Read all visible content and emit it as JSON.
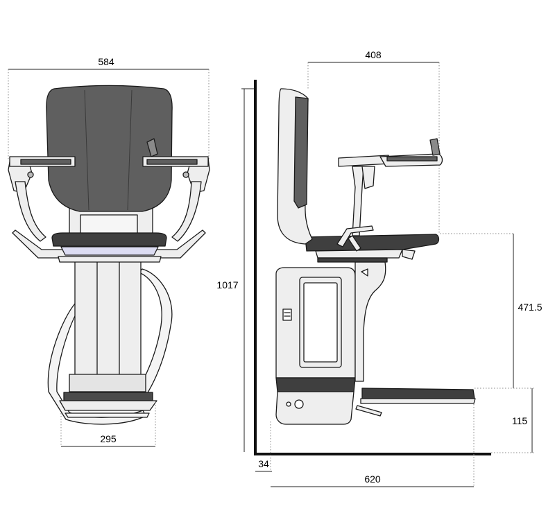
{
  "dimensions": {
    "front_width": "584",
    "footrest_width": "295",
    "side_depth": "408",
    "total_height": "1017",
    "seat_height": "471.5",
    "footrest_height": "115",
    "wall_clearance": "34",
    "total_depth": "620"
  },
  "colors": {
    "upholstery": "#5f5f5f",
    "upholstery_dark": "#3f3f3f",
    "frame_light": "#eeeeee",
    "outline": "#1a1a1a",
    "rail": "#111111"
  }
}
